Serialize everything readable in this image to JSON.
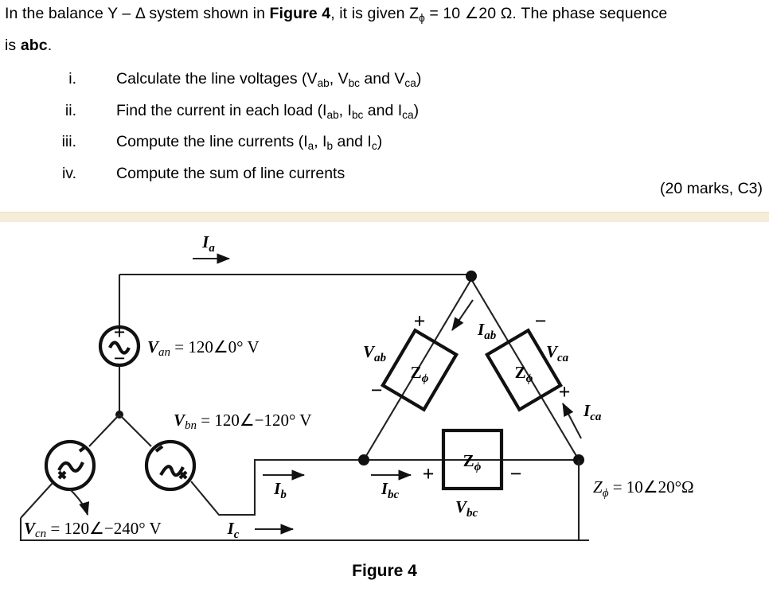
{
  "question": {
    "line1_pre": "In the balance Y – Δ system shown in ",
    "line1_bold": "Figure 4",
    "line1_post": ", it is given Z",
    "line1_sub": "ϕ",
    "line1_tail": " =  10 ∠20 Ω. The phase sequence",
    "line2_pre": "is ",
    "line2_bold": "abc",
    "line2_post": ".",
    "items": [
      {
        "numeral": "i.",
        "text": "Calculate the line voltages (V",
        "sub1": "ab",
        "mid": ", V",
        "sub2": "bc",
        "mid2": " and V",
        "sub3": "ca",
        "tail": ")"
      },
      {
        "numeral": "ii.",
        "text": "Find the current in each load (I",
        "sub1": "ab",
        "mid": ", I",
        "sub2": "bc",
        "mid2": " and I",
        "sub3": "ca",
        "tail": ")"
      },
      {
        "numeral": "iii.",
        "text": "Compute the line currents (I",
        "sub1": "a",
        "mid": ", I",
        "sub2": "b",
        "mid2": " and I",
        "sub3": "c",
        "tail": ")"
      },
      {
        "numeral": "iv.",
        "text": "Compute the sum of line currents",
        "sub1": "",
        "mid": "",
        "sub2": "",
        "mid2": "",
        "sub3": "",
        "tail": ""
      }
    ],
    "marks": "(20 marks, C3)"
  },
  "figure": {
    "caption": "Figure 4",
    "sources": [
      {
        "name": "van",
        "label_v": "V",
        "label_sub": "an",
        "value": " = 120∠0° V",
        "plus": "+",
        "minus": "−"
      },
      {
        "name": "vbn",
        "label_v": "V",
        "label_sub": "bn",
        "value": " = 120∠−120° V"
      },
      {
        "name": "vcn",
        "label_v": "V",
        "label_sub": "cn",
        "value": " = 120∠−240° V"
      }
    ],
    "loads": [
      {
        "name": "z-ab",
        "label": "Z",
        "sub": "ϕ"
      },
      {
        "name": "z-ca",
        "label": "Z",
        "sub": "ϕ"
      },
      {
        "name": "z-bc",
        "label": "Z",
        "sub": "ϕ"
      }
    ],
    "impedance_note": {
      "z": "Z",
      "sub": "ϕ",
      "value": " = 10∠20°Ω"
    },
    "currents": [
      {
        "name": "Ia",
        "sym": "I",
        "sub": "a"
      },
      {
        "name": "Ib",
        "sym": "I",
        "sub": "b"
      },
      {
        "name": "Ic",
        "sym": "I",
        "sub": "c"
      },
      {
        "name": "Iab",
        "sym": "I",
        "sub": "ab"
      },
      {
        "name": "Ibc",
        "sym": "I",
        "sub": "bc"
      },
      {
        "name": "Ica",
        "sym": "I",
        "sub": "ca"
      }
    ],
    "voltages": [
      {
        "name": "Vab",
        "sym": "V",
        "sub": "ab"
      },
      {
        "name": "Vca",
        "sym": "V",
        "sub": "ca"
      },
      {
        "name": "Vbc",
        "sym": "V",
        "sub": "bc"
      }
    ],
    "polarity": {
      "plus": "+",
      "minus": "−"
    }
  },
  "colors": {
    "band": "#f4edda",
    "wire": "#1a1a1a",
    "text": "#000000"
  }
}
